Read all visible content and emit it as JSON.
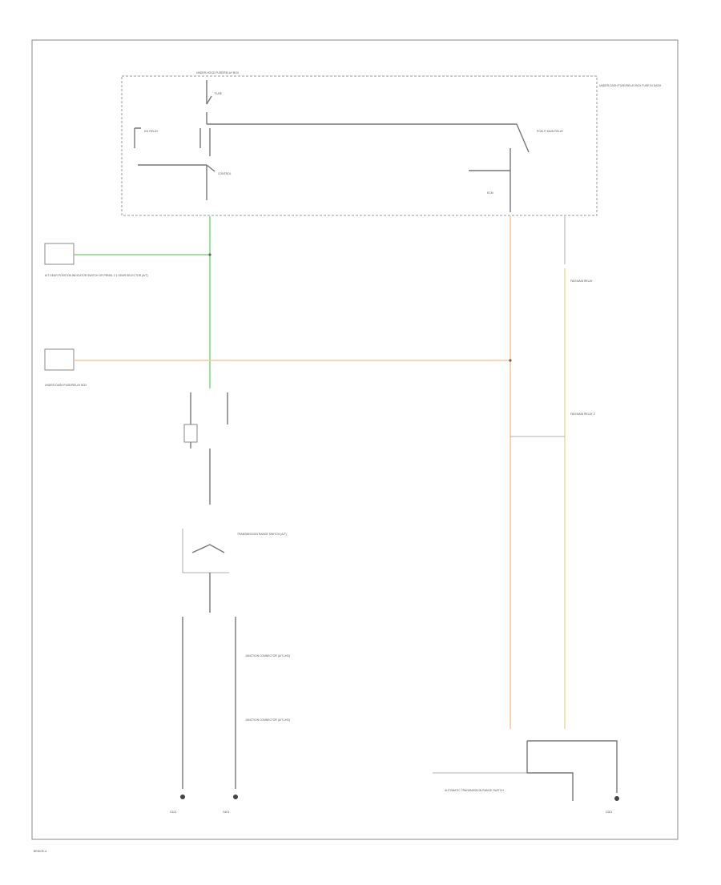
{
  "diagram": {
    "labels": {
      "fuse_box_top": "UNDER-HOOD FUSE/RELAY BOX",
      "fuse_label": "FUSE",
      "ig1_relay": "IG1 RELAY",
      "controls_box": "CONTROL",
      "ecm": "ECM",
      "ecm_mult": "PGM-FI MAIN RELAY",
      "pcm_side_block": "UNDER-DASH FUSE/RELAY BOX FUSE IN DASH",
      "connector_top_left": "A/T GEAR POSITION INDICATOR SWITCH OR PRNDL 2 1 GEAR SELECTOR (A/T)",
      "connector_left2": "UNDER-DASH FUSE/RELAY BOX",
      "transmission_range": "TRANSMISSION RANGE SWITCH (A/T)",
      "junction_a": "JUNCTION CONNECTOR (A/T-LHD)",
      "junction_b": "JUNCTION CONNECTOR (A/T-LHD)",
      "fan_relay_1": "FAN MAIN RELAY",
      "fan_relay_2": "FAN MAIN RELAY 2",
      "automatic_transmission": "AUTOMATIC TRANSMISSION RANGE SWITCH",
      "ground_1": "G101",
      "ground_2": "G401",
      "ground_3": "G301",
      "footer": "BRIDGE-A"
    }
  }
}
